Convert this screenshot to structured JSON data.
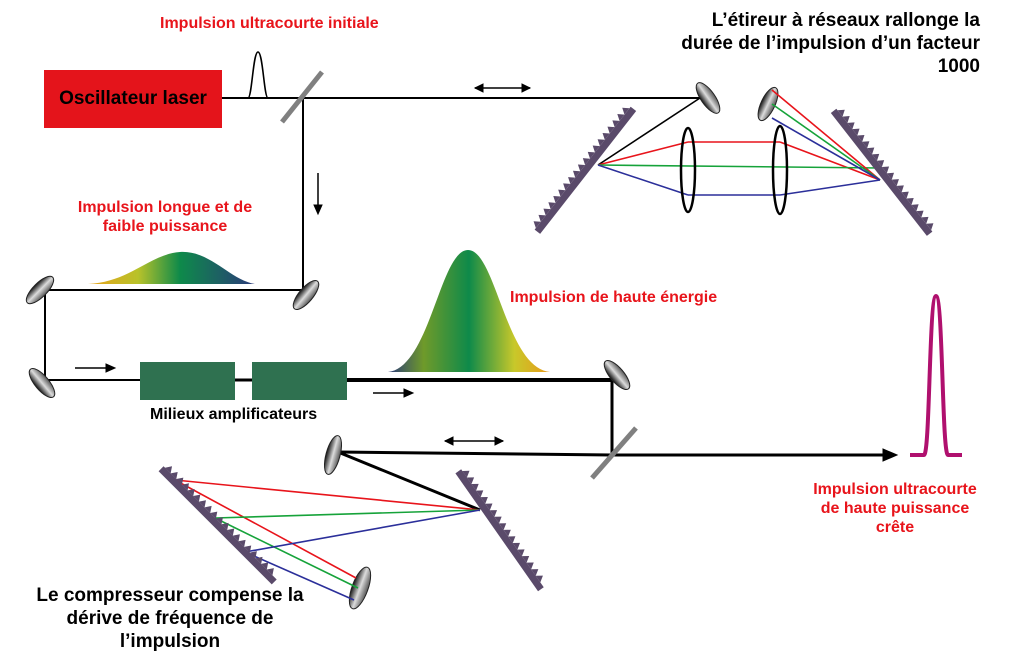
{
  "labels": {
    "oscillator": "Oscillateur laser",
    "initial_pulse": "Impulsion ultracourte initiale",
    "stretcher": "L’étireur à réseaux rallonge la durée de l’impulsion d’un facteur 1000",
    "long_pulse": "Impulsion longue et de faible puissance",
    "high_energy": "Impulsion de haute énergie",
    "amplifiers": "Milieux amplificateurs",
    "final_pulse": "Impulsion ultracourte de haute puissance crête",
    "compressor": "Le compresseur compense la dérive de fréquence de l’impulsion"
  },
  "colors": {
    "text_red": "#e8141b",
    "oscillator_fill": "#e4141b",
    "amplifier_fill": "#2f7150",
    "grating": "#5a4a6a",
    "final_pulse": "#b0106e",
    "ray_red": "#e8141b",
    "ray_green": "#16a33a",
    "ray_blue": "#2b2f9a"
  }
}
